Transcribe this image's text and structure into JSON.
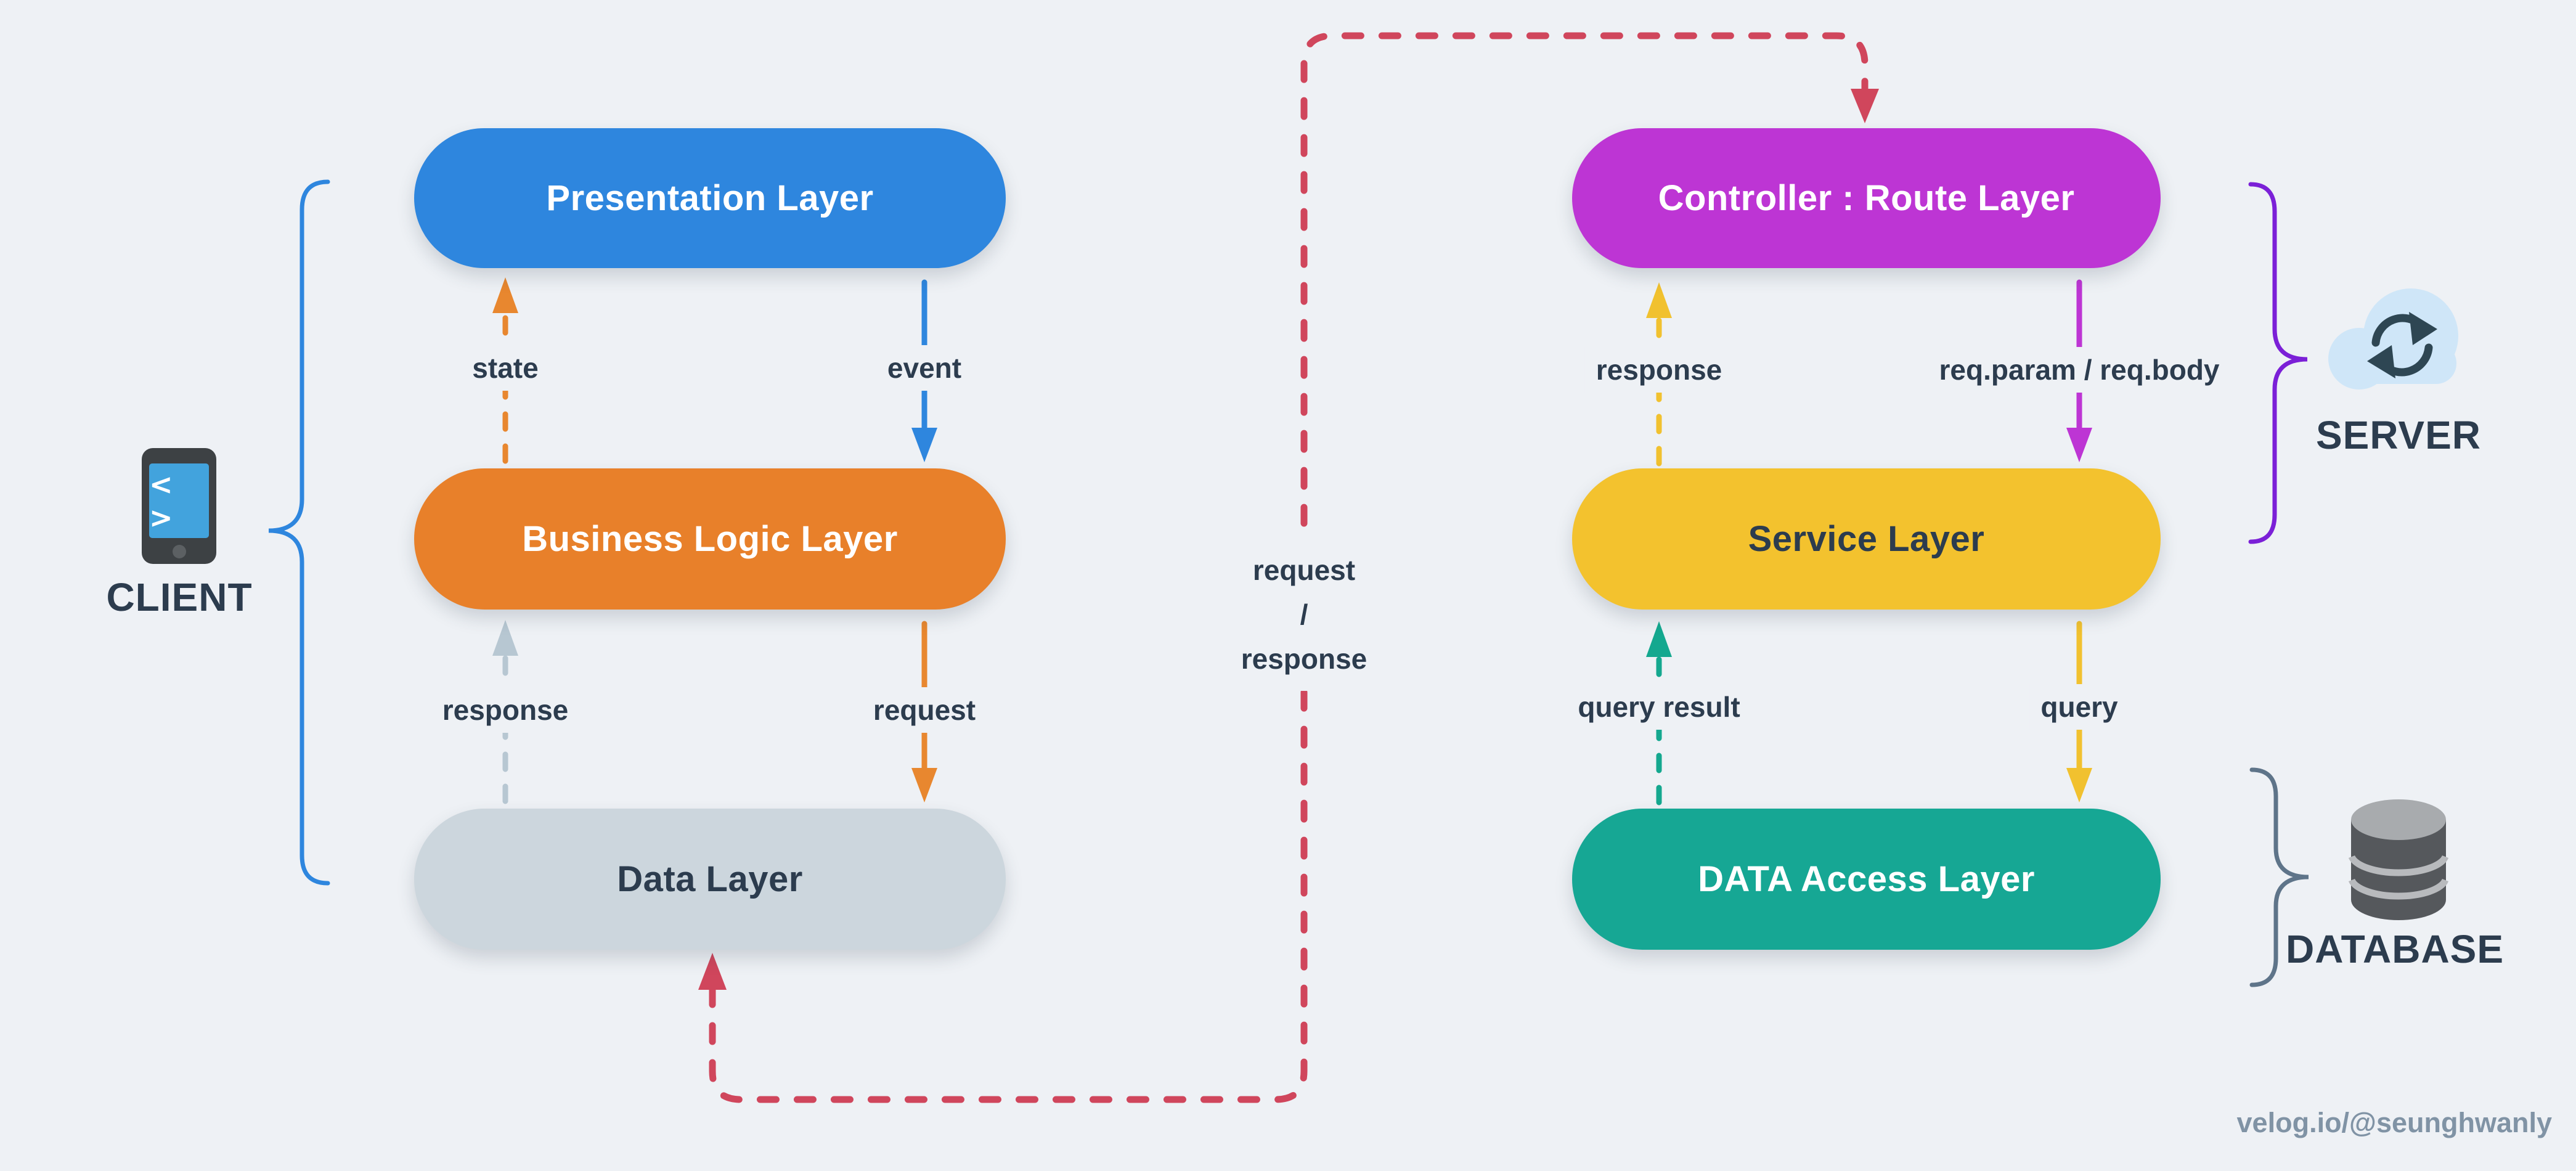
{
  "page": {
    "background_color": "#eef1f5",
    "watermark": "velog.io/@seunghwanly"
  },
  "sections": {
    "client": {
      "label": "CLIENT",
      "icon": "phone-code-icon",
      "icon_glyph": "< >",
      "brace_color": "#2e86de"
    },
    "server": {
      "label": "SERVER",
      "icon": "cloud-sync-icon",
      "brace_color": "#7b20d7"
    },
    "database": {
      "label": "DATABASE",
      "icon": "database-cylinder-icon",
      "brace_color": "#5e7489"
    }
  },
  "left_stack": {
    "boxes": [
      {
        "label": "Presentation Layer",
        "color": "#2e86de",
        "text_color": "#ffffff"
      },
      {
        "label": "Business Logic Layer",
        "color": "#e8802a",
        "text_color": "#ffffff"
      },
      {
        "label": "Data Layer",
        "color": "#ccd6dd",
        "text_color": "#2c3c4e"
      }
    ],
    "arrows": [
      {
        "label": "state",
        "direction": "up",
        "style": "dashed",
        "color": "#e8872f"
      },
      {
        "label": "event",
        "direction": "down",
        "style": "solid",
        "color": "#2e86de"
      },
      {
        "label": "response",
        "direction": "up",
        "style": "dashed",
        "color": "#b7c7d2"
      },
      {
        "label": "request",
        "direction": "down",
        "style": "solid",
        "color": "#e8872f"
      }
    ]
  },
  "right_stack": {
    "boxes": [
      {
        "label": "Controller : Route Layer",
        "color": "#bd35d4",
        "text_color": "#ffffff"
      },
      {
        "label": "Service Layer",
        "color": "#f3c22e",
        "text_color": "#2c3c4e"
      },
      {
        "label": "DATA Access Layer",
        "color": "#16a794",
        "text_color": "#ffffff"
      }
    ],
    "arrows": [
      {
        "label": "response",
        "direction": "up",
        "style": "dashed",
        "color": "#f1c12f"
      },
      {
        "label": "req.param / req.body",
        "direction": "down",
        "style": "solid",
        "color": "#bd35d4"
      },
      {
        "label": "query result",
        "direction": "up",
        "style": "dashed",
        "color": "#14a88f"
      },
      {
        "label": "query",
        "direction": "down",
        "style": "solid",
        "color": "#f1c12f"
      }
    ]
  },
  "bridge": {
    "style": "dashed",
    "color": "#d0465c",
    "label_lines": [
      "request",
      "/",
      "response"
    ]
  }
}
